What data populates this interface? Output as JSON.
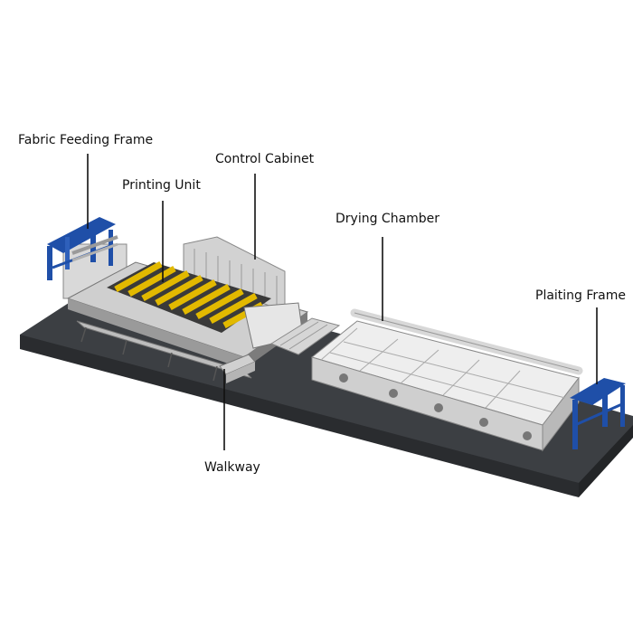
{
  "labels": {
    "fabric_feeding_frame": "Fabric Feeding Frame",
    "control_cabinet": "Control Cabinet",
    "printing_unit": "Printing Unit",
    "drying_chamber": "Drying Chamber",
    "plaiting_frame": "Plaiting Frame",
    "walkway": "Walkway"
  },
  "colors": {
    "base": "#3f4246",
    "frame_blue": "#1f4fa8",
    "rollers": "#e2b900",
    "chamber": "#e6e6e6",
    "leader_line": "#111111"
  }
}
